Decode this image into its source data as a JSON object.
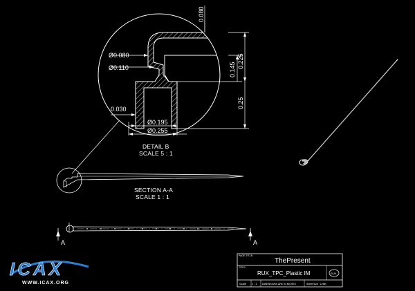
{
  "detail": {
    "dims": {
      "d080": "Ø0.080",
      "d110": "Ø0.110",
      "d030": "0.030",
      "d195": "Ø0.195",
      "d255": "Ø0.255",
      "v080": "0.080",
      "v225": "0.225",
      "v145": "0.145",
      "v25": "0.25"
    },
    "caption_line1": "DETAIL B",
    "caption_line2": "SCALE 5 : 1"
  },
  "section": {
    "caption_line1": "SECTION A-A",
    "caption_line2": "SCALE 1 : 1"
  },
  "section_markers": {
    "left": "A",
    "right": "A"
  },
  "title_block": {
    "page_title_label": "PAGE TITLE:",
    "page_title": "ThePresent",
    "title_label": "TITLE:",
    "title": "RUX_TPC_Plastic IM",
    "scale_label": "Scale",
    "scale_value": "1 : 1",
    "dims_note": "DIMENSIONS ARE IN INCHES",
    "sheet_size": "Sheet Size : Letter"
  },
  "logo": {
    "text": "ICAX",
    "url": "WWW.ICAX.ORG",
    "primary_color": "#2a7fd4",
    "accent_color": "#ffffff"
  },
  "colors": {
    "background": "#000000",
    "lines": "#ffffff"
  }
}
